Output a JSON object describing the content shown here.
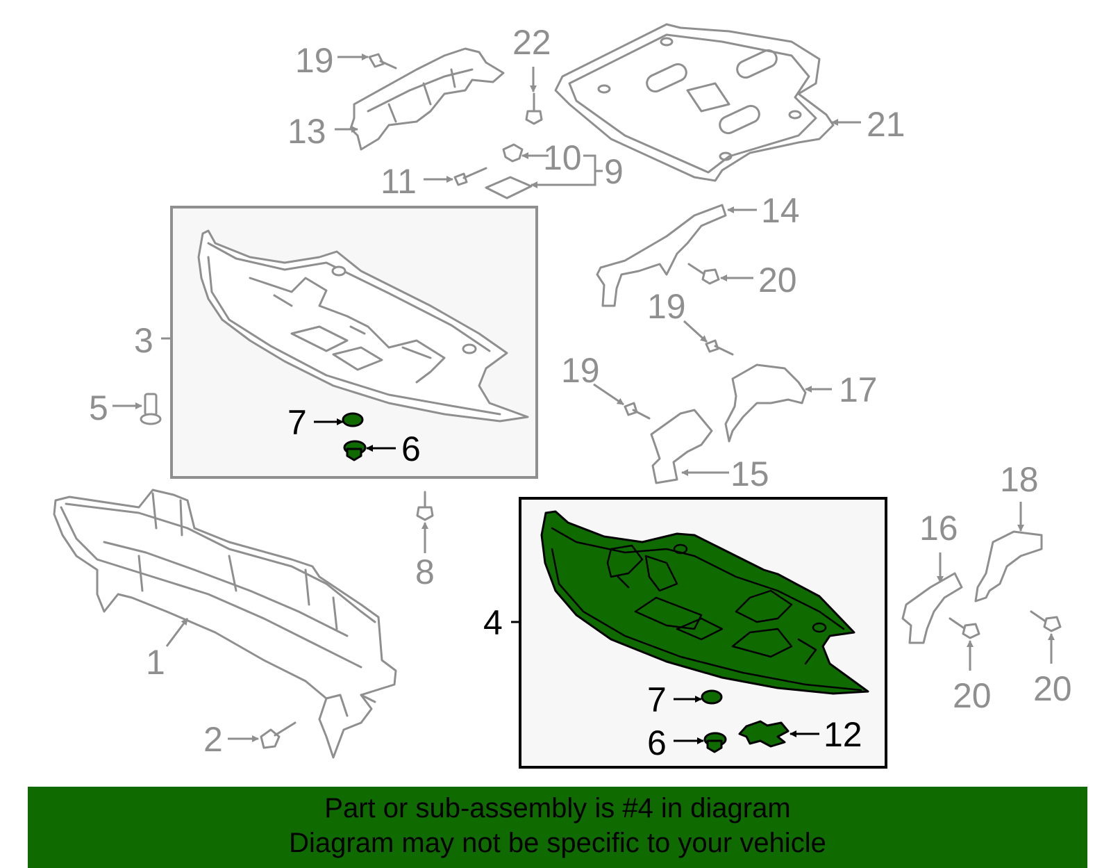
{
  "callouts": {
    "c1": "1",
    "c2": "2",
    "c3": "3",
    "c4": "4",
    "c5": "5",
    "c6a": "6",
    "c6b": "6",
    "c7a": "7",
    "c7b": "7",
    "c8": "8",
    "c9": "9",
    "c10": "10",
    "c11": "11",
    "c12": "12",
    "c13": "13",
    "c14": "14",
    "c15": "15",
    "c16": "16",
    "c17": "17",
    "c18": "18",
    "c19a": "19",
    "c19b": "19",
    "c19c": "19",
    "c20a": "20",
    "c20b": "20",
    "c20c": "20",
    "c21": "21",
    "c22": "22"
  },
  "banner": {
    "line1": "Part or sub-assembly is #4 in diagram",
    "line2": "Diagram may not be specific to your vehicle"
  },
  "colors": {
    "highlight": "#0f6a00",
    "part_outline": "#8f8f8f",
    "inset_background": "#f7f7f7"
  }
}
